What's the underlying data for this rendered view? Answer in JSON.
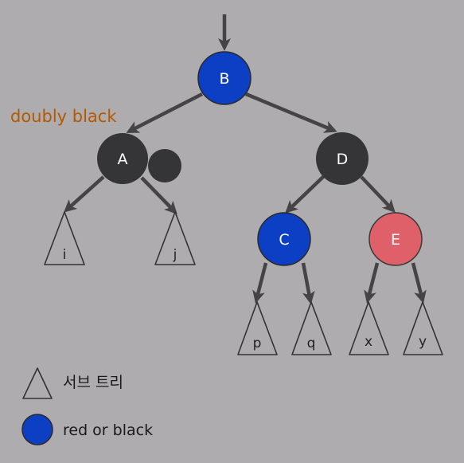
{
  "annotation": {
    "text": "doubly black",
    "color": "#b35a00"
  },
  "colors": {
    "background": "#aeacaf",
    "edge": "#454345",
    "black_node": "#353436",
    "blue_node": "#0c3fc4",
    "red_node": "#e0606a",
    "subtree_fill": "#aeacaf",
    "subtree_stroke": "#333333"
  },
  "nodes": {
    "B": {
      "label": "B",
      "color": "blue"
    },
    "A": {
      "label": "A",
      "color": "black"
    },
    "D": {
      "label": "D",
      "color": "black"
    },
    "C": {
      "label": "C",
      "color": "blue"
    },
    "E": {
      "label": "E",
      "color": "red"
    }
  },
  "subtrees": {
    "i": {
      "label": "i"
    },
    "j": {
      "label": "j"
    },
    "p": {
      "label": "p"
    },
    "q": {
      "label": "q"
    },
    "x": {
      "label": "x"
    },
    "y": {
      "label": "y"
    }
  },
  "legend": {
    "subtree_label": "서브 트리",
    "node_label": "red or black"
  }
}
